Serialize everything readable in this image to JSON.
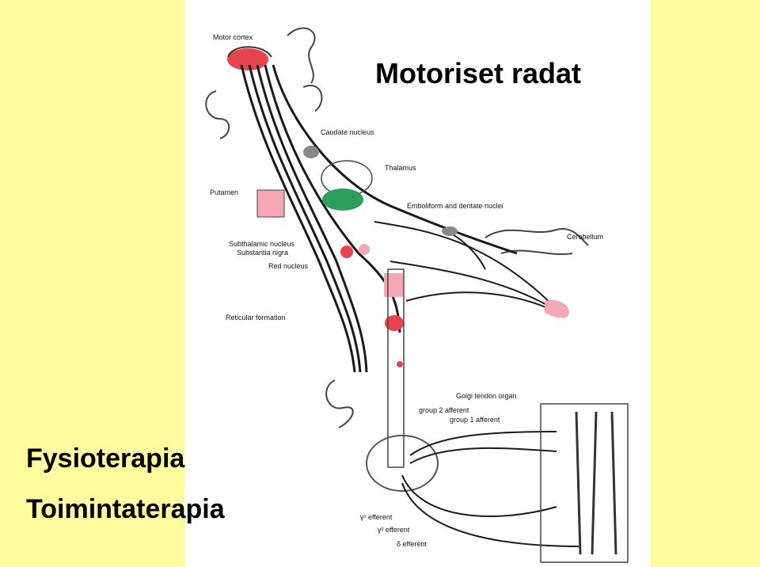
{
  "slide": {
    "title": "Motoriset radat",
    "subtitle_1": "Fysioterapia",
    "subtitle_2": "Toimintaterapia"
  },
  "diagram": {
    "labels": {
      "motor_cortex": "Motor cortex",
      "caudate_nucleus": "Caudate nucleus",
      "thalamus": "Thalamus",
      "putamen": "Putamen",
      "emboliform": "Emboliform and dentate nuclei",
      "cerebellum": "Cerebellum",
      "subthalamic": "Subthalamic nucleus",
      "substantia_nigra": "Substantia nigra",
      "red_nucleus": "Red nucleus",
      "reticular_formation": "Reticular formation",
      "golgi_tendon_organ": "Golgi tendon organ",
      "group2_afferent": "group 2 afferent",
      "group1_afferent": "group 1 afferent",
      "gamma1_efferent": "γ¹ efferent",
      "gamma2_efferent": "γ² efferent",
      "delta_efferent": "δ efferent"
    },
    "colors": {
      "background": "#fffb9e",
      "panel": "#ffffff",
      "lesion_red": "#e8434f",
      "nuclei_green": "#2e9e5b",
      "pink": "#f4a7b4",
      "line": "#1a1a1a"
    }
  }
}
